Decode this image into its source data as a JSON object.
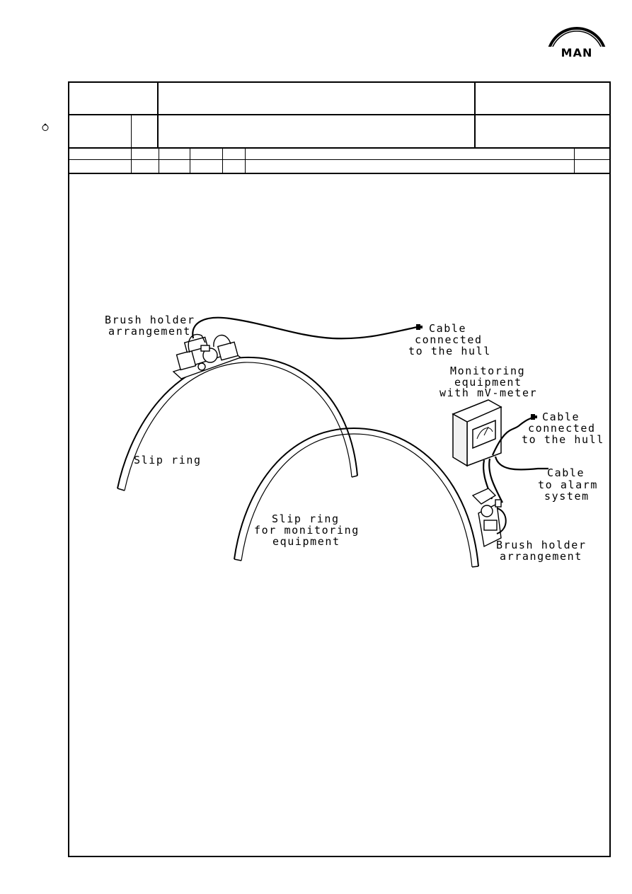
{
  "logo": {
    "text": "MAN"
  },
  "figure": {
    "labels": {
      "brush_holder_top": [
        "Brush holder",
        "arrangement"
      ],
      "cable_hull_top": [
        "Cable",
        "connected",
        "to the hull"
      ],
      "monitoring": [
        "Monitoring",
        "equipment",
        "with mV-meter"
      ],
      "cable_hull_right": [
        "Cable",
        "connected",
        "to the hull"
      ],
      "cable_alarm": [
        "Cable",
        "to alarm",
        "system"
      ],
      "slip_ring": [
        "Slip ring"
      ],
      "slip_ring_monitoring": [
        "Slip ring",
        "for monitoring",
        "equipment"
      ],
      "brush_holder_bottom": [
        "Brush holder",
        "arrangement"
      ]
    }
  }
}
